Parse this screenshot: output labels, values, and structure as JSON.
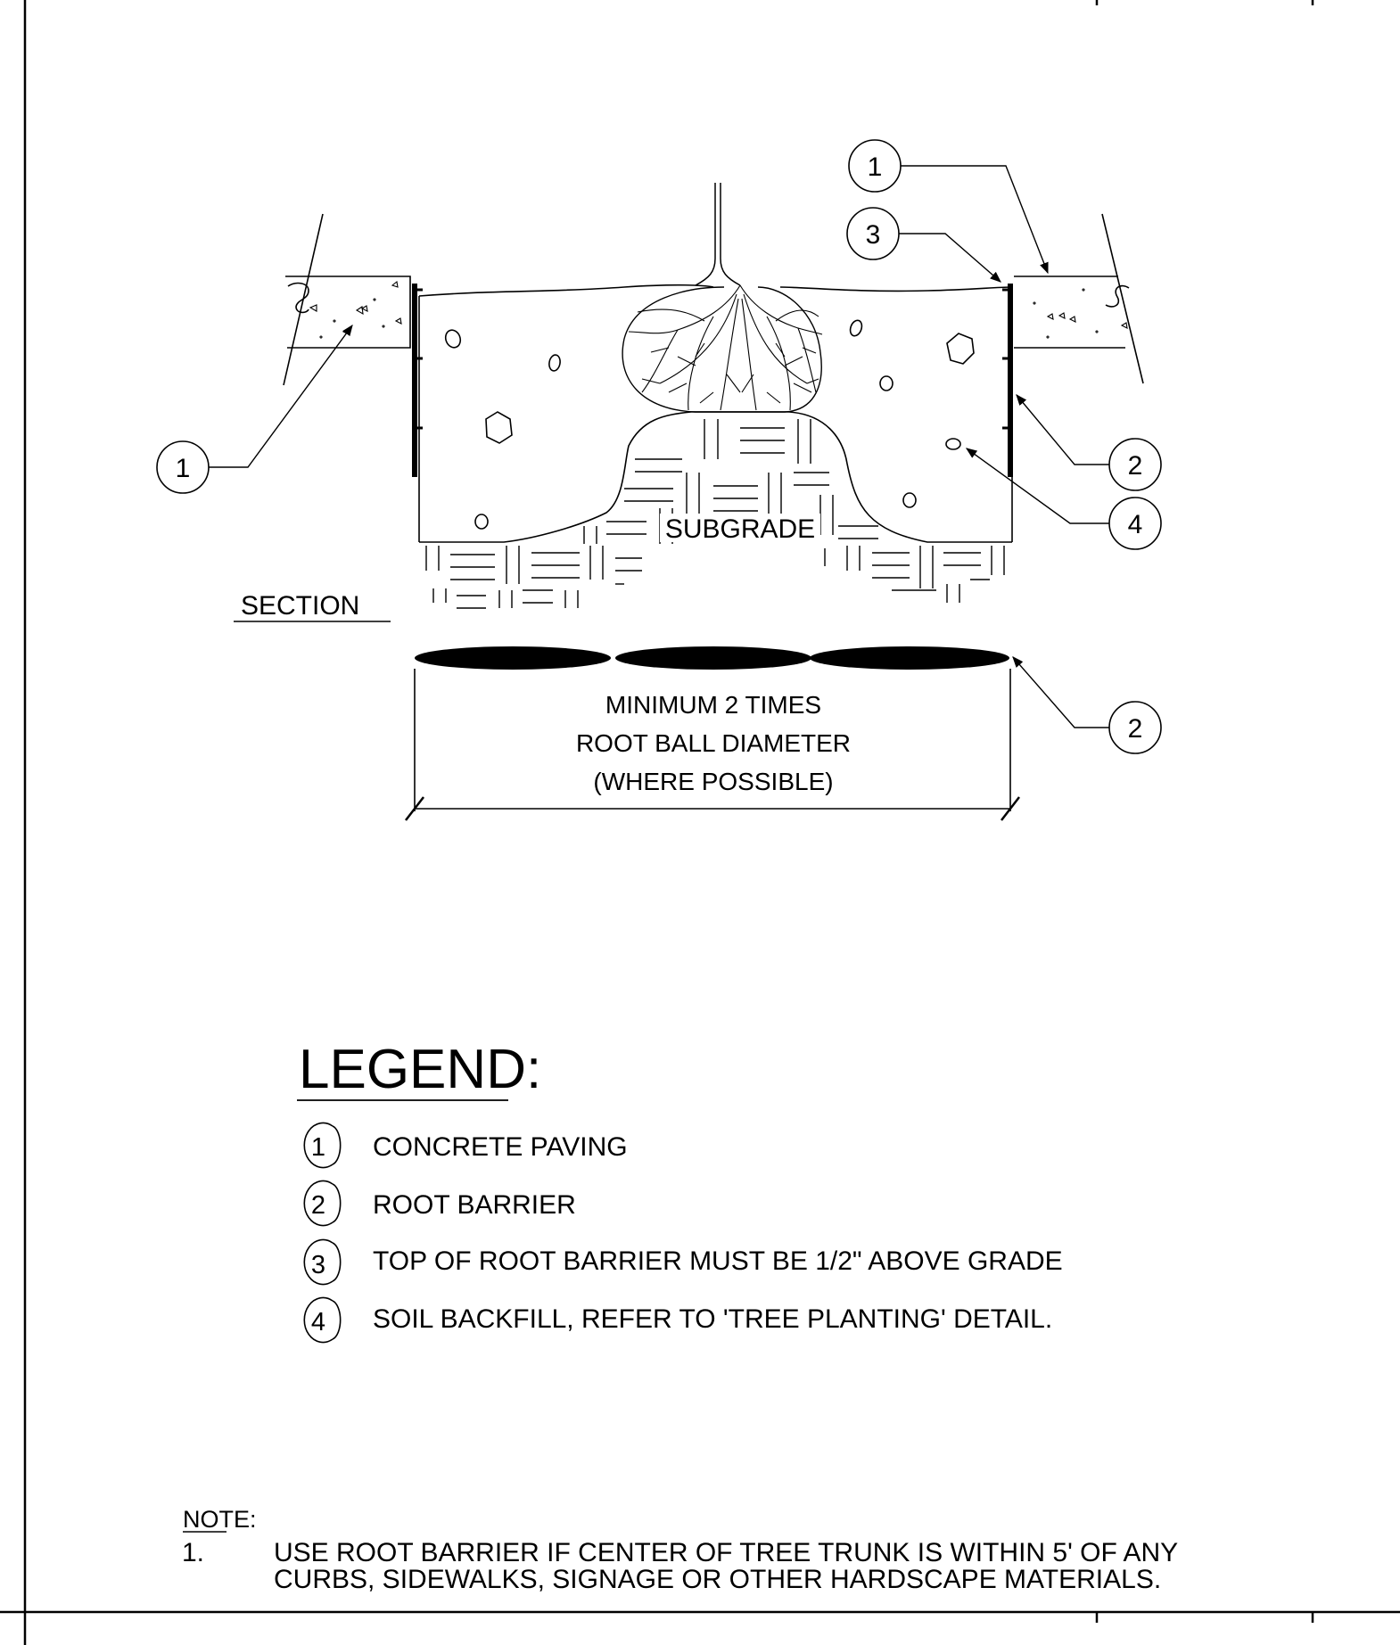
{
  "drawing": {
    "section_label": "SECTION",
    "subgrade_label": "SUBGRADE",
    "dimension_text": [
      "MINIMUM 2 TIMES",
      "ROOT BALL DIAMETER",
      "(WHERE POSSIBLE)"
    ],
    "callouts": {
      "left_paving": "1",
      "right_paving": "1",
      "right_barrier_top": "3",
      "right_barrier": "2",
      "right_soil": "4",
      "plan_barrier": "2"
    }
  },
  "legend": {
    "title": "LEGEND:",
    "items": [
      {
        "num": "1",
        "text": "CONCRETE PAVING"
      },
      {
        "num": "2",
        "text": "ROOT BARRIER"
      },
      {
        "num": "3",
        "text": "TOP OF ROOT BARRIER MUST BE 1/2\" ABOVE GRADE"
      },
      {
        "num": "4",
        "text": "SOIL BACKFILL, REFER TO 'TREE PLANTING' DETAIL."
      }
    ]
  },
  "note": {
    "heading": "NOTE:",
    "number": "1.",
    "lines": [
      "USE ROOT BARRIER IF CENTER OF TREE TRUNK IS WITHIN 5' OF ANY",
      "CURBS, SIDEWALKS, SIGNAGE OR OTHER HARDSCAPE MATERIALS."
    ]
  }
}
